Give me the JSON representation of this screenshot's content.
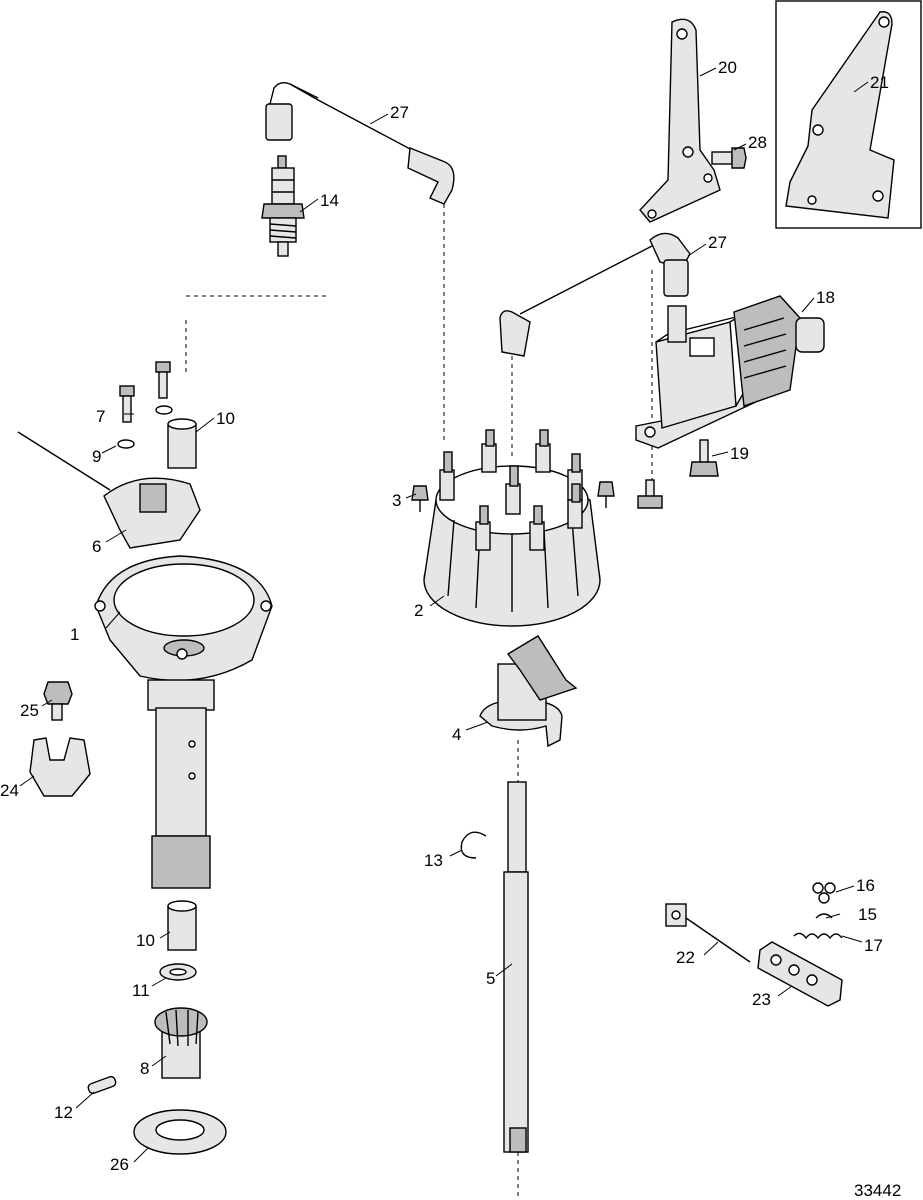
{
  "figure_number": "33442",
  "callouts": {
    "c1": "1",
    "c2": "2",
    "c3": "3",
    "c4": "4",
    "c5": "5",
    "c6": "6",
    "c7": "7",
    "c8": "8",
    "c9": "9",
    "c10a": "10",
    "c10b": "10",
    "c11": "11",
    "c12": "12",
    "c13": "13",
    "c14": "14",
    "c15": "15",
    "c16": "16",
    "c17": "17",
    "c18": "18",
    "c19": "19",
    "c20": "20",
    "c21": "21",
    "c22": "22",
    "c23": "23",
    "c24": "24",
    "c25": "25",
    "c26": "26",
    "c27a": "27",
    "c27b": "27",
    "c28": "28"
  }
}
